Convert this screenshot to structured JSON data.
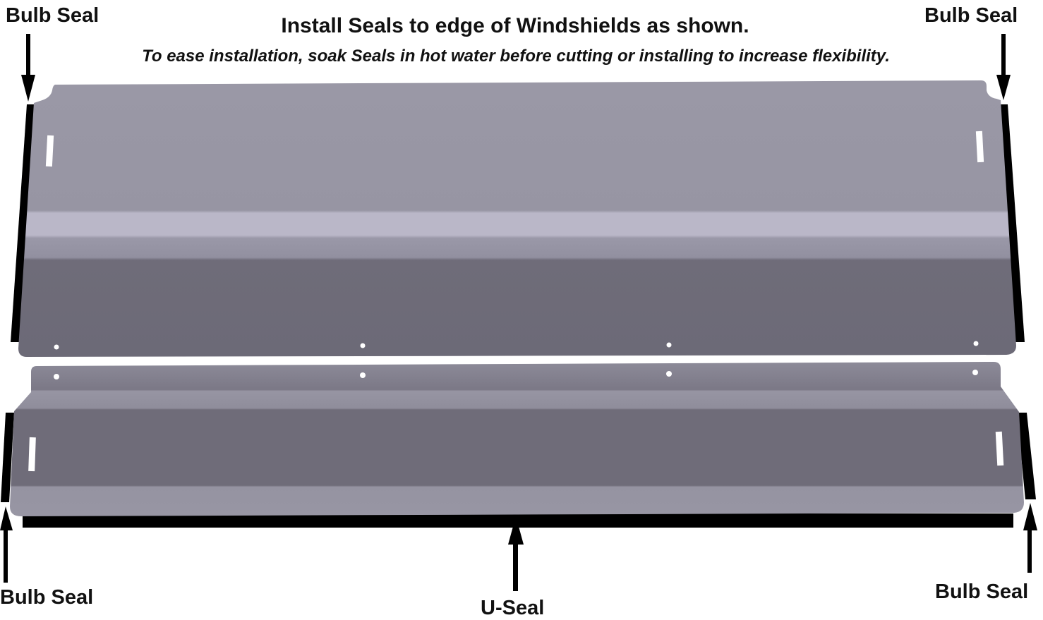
{
  "instructions": {
    "title": "Install Seals to edge of Windshields as shown.",
    "subtitle": "To ease installation, soak Seals in hot water before cutting or installing to increase flexibility."
  },
  "labels": {
    "bulb_seal_top_left": "Bulb Seal",
    "bulb_seal_top_right": "Bulb Seal",
    "bulb_seal_bottom_left": "Bulb Seal",
    "bulb_seal_bottom_right": "Bulb Seal",
    "u_seal": "U-Seal"
  },
  "colors": {
    "panel_light": "#9795a3",
    "panel_highlight": "#bab7c8",
    "panel_dark": "#6f6c79",
    "seal": "#000000",
    "text": "#111111"
  }
}
